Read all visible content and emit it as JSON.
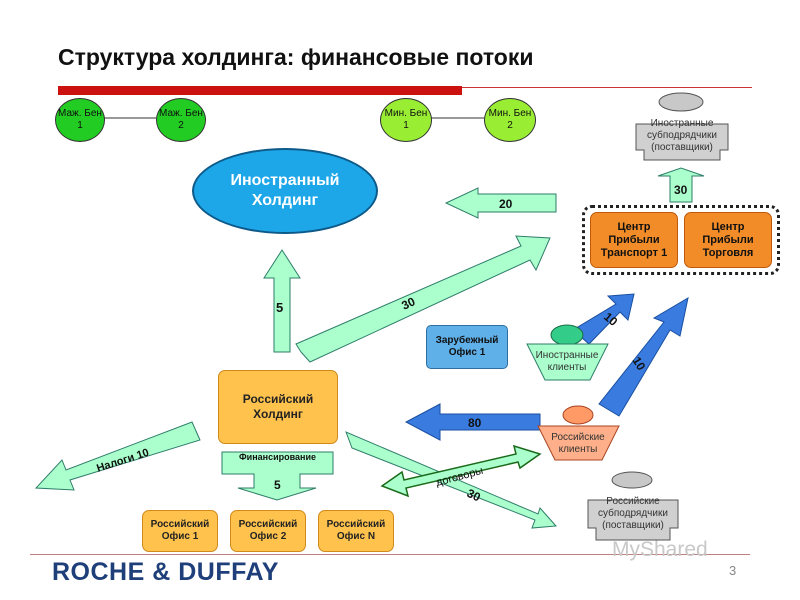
{
  "title": "Структура холдинга: финансовые потоки",
  "beneficiaries": {
    "maj1": "Маж. Бен 1",
    "maj2": "Маж. Бен 2",
    "min1": "Мин. Бен 1",
    "min2": "Мин. Бен 2"
  },
  "foreign_holding": "Иностранный Холдинг",
  "russian_holding": "Российский Холдинг",
  "foreign_subcontractors": "Иностранные субподрядчики (поставщики)",
  "russian_subcontractors": "Российские субподрядчики (поставщики)",
  "profit_center_transport": "Центр Прибыли Транспорт 1",
  "profit_center_trade": "Центр Прибыли Торговля",
  "foreign_office": "Зарубежный Офис 1",
  "foreign_clients": "Иностранные клиенты",
  "russian_clients": "Российские клиенты",
  "financing": "Финансирование",
  "offices": [
    "Российский Офис 1",
    "Российский Офис 2",
    "Российский Офис N"
  ],
  "flows": {
    "to_foreign_holding": "5",
    "foreign_growth": "30",
    "from_profit_center": "20",
    "subcontractors_foreign": "30",
    "foreign_clients_up": "10",
    "russian_clients_up": "10",
    "russian_clients_to_office": "80",
    "taxes": "Налоги 10",
    "financing_down": "5",
    "contracts": "договоры",
    "to_russian_subcontractors": "30"
  },
  "footer": {
    "logo": "ROCHE & DUFFAY",
    "page": "3",
    "watermark": "MyShared"
  },
  "colors": {
    "title_bar": "#cc1111",
    "arrow_fill": "#aaffcc",
    "arrow_blue": "#3a7be0",
    "holding_blue": "#1ea7e8",
    "orange": "#ffc34d",
    "profit_orange": "#f28c28"
  }
}
